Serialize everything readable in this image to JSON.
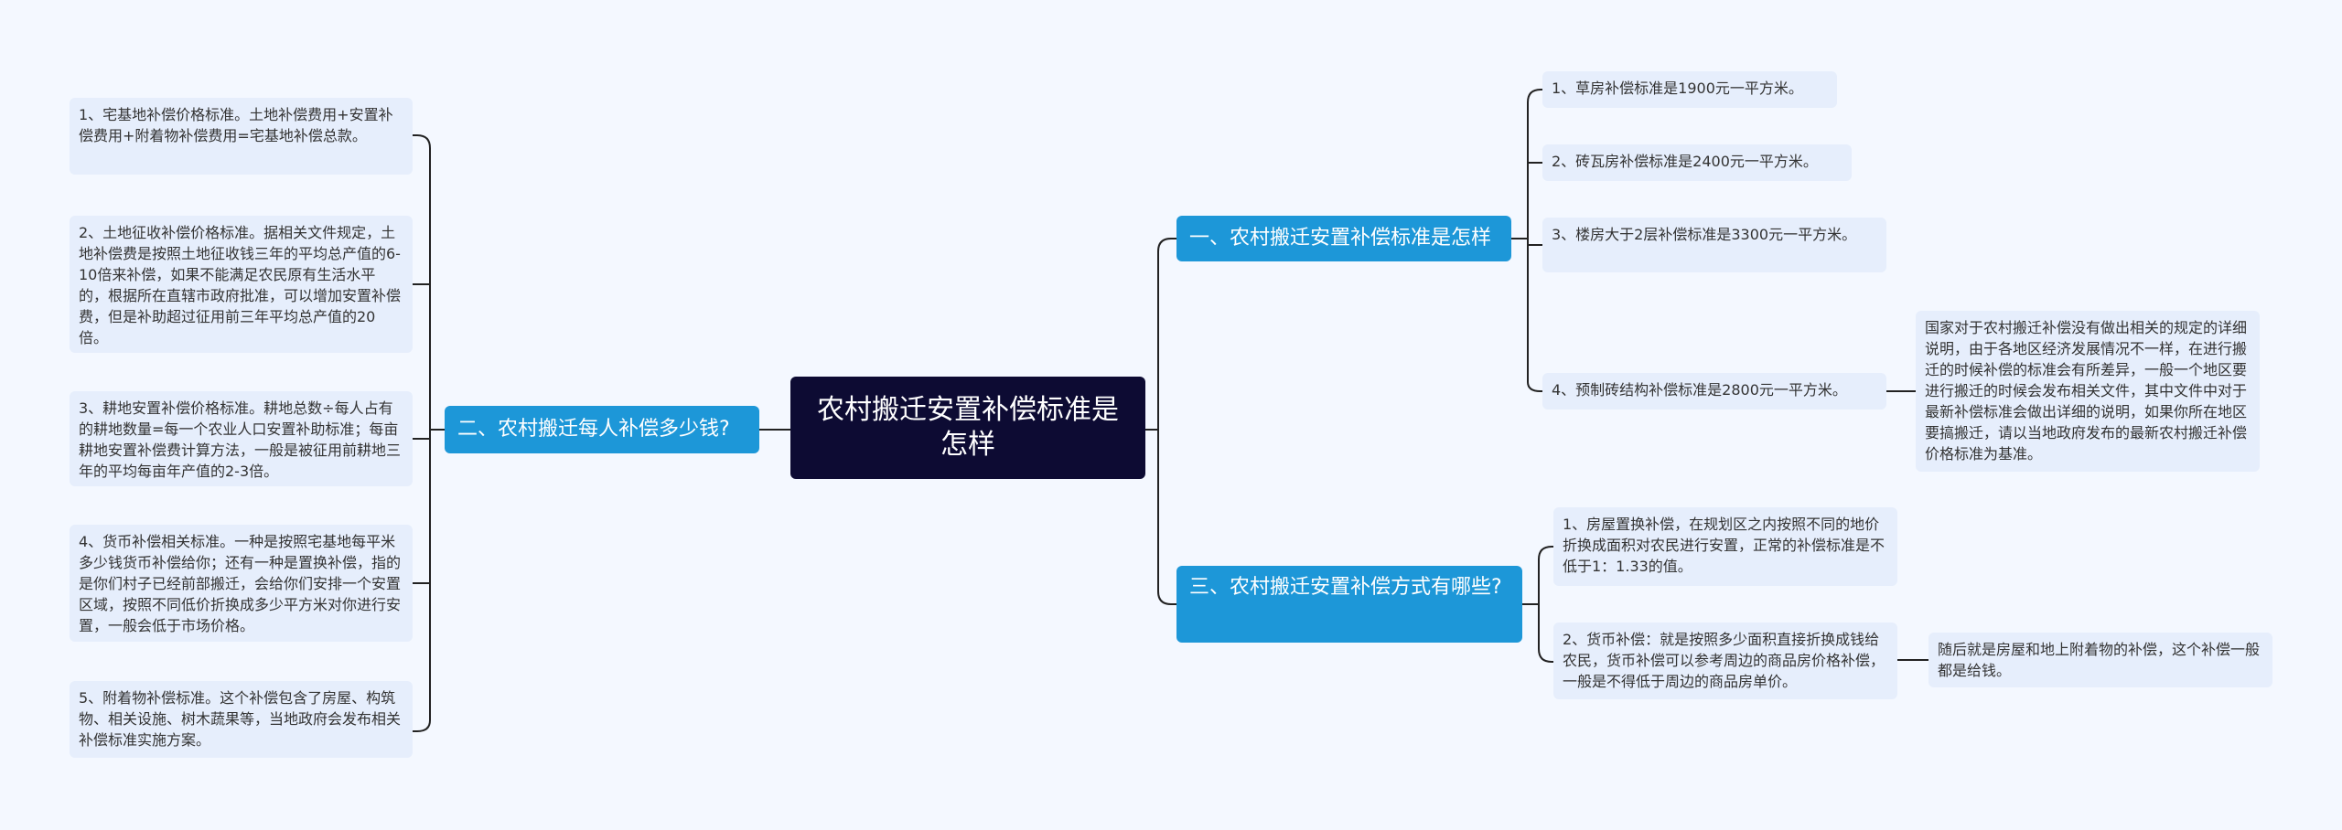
{
  "root": "农村搬迁安置补偿标准是怎样",
  "branches": {
    "left": {
      "label": "二、农村搬迁每人补偿多少钱?",
      "items": [
        "1、宅基地补偿价格标准。土地补偿费用+安置补偿费用+附着物补偿费用=宅基地补偿总款。",
        "2、土地征收补偿价格标准。据相关文件规定，土地补偿费是按照土地征收钱三年的平均总产值的6-10倍来补偿，如果不能满足农民原有生活水平的，根据所在直辖市政府批准，可以增加安置补偿费，但是补助超过征用前三年平均总产值的20倍。",
        "3、耕地安置补偿价格标准。耕地总数÷每人占有的耕地数量=每一个农业人口安置补助标准；每亩耕地安置补偿费计算方法，一般是被征用前耕地三年的平均每亩年产值的2-3倍。",
        "4、货币补偿相关标准。一种是按照宅基地每平米多少钱货币补偿给你；还有一种是置换补偿，指的是你们村子已经前部搬迁，会给你们安排一个安置区域，按照不同低价折换成多少平方米对你进行安置，一般会低于市场价格。",
        "5、附着物补偿标准。这个补偿包含了房屋、构筑物、相关设施、树木蔬果等，当地政府会发布相关补偿标准实施方案。"
      ]
    },
    "right1": {
      "label": "一、农村搬迁安置补偿标准是怎样",
      "items": [
        "1、草房补偿标准是1900元一平方米。",
        "2、砖瓦房补偿标准是2400元一平方米。",
        "3、楼房大于2层补偿标准是3300元一平方米。",
        "4、预制砖结构补偿标准是2800元一平方米。"
      ],
      "note": "国家对于农村搬迁补偿没有做出相关的规定的详细说明，由于各地区经济发展情况不一样，在进行搬迁的时候补偿的标准会有所差异，一般一个地区要进行搬迁的时候会发布相关文件，其中文件中对于最新补偿标准会做出详细的说明，如果你所在地区要搞搬迁，请以当地政府发布的最新农村搬迁补偿价格标准为基准。"
    },
    "right3": {
      "label": "三、农村搬迁安置补偿方式有哪些?",
      "items": [
        "1、房屋置换补偿，在规划区之内按照不同的地价折换成面积对农民进行安置，正常的补偿标准是不低于1：1.33的值。",
        "2、货币补偿：就是按照多少面积直接折换成钱给农民，货币补偿可以参考周边的商品房价格补偿，一般是不得低于周边的商品房单价。"
      ],
      "note": "随后就是房屋和地上附着物的补偿，这个补偿一般都是给钱。"
    }
  },
  "colors": {
    "background": "#f4f8ff",
    "root": "#0d0b33",
    "branch": "#1d97d8",
    "leaf": "#e6eefc",
    "edge": "#222222"
  }
}
